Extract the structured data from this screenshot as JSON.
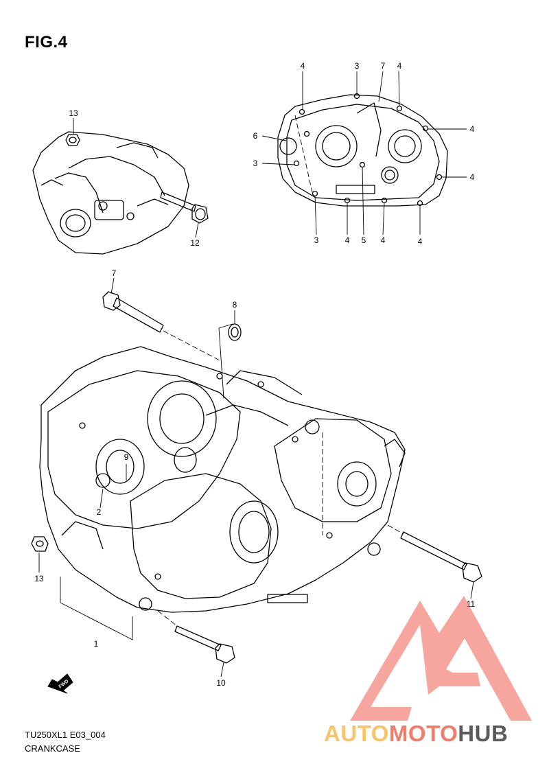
{
  "figure": {
    "title": "FIG.4"
  },
  "footer": {
    "code": "TU250XL1 E03_004",
    "name": "CRANKCASE"
  },
  "fwd_label": "FWD",
  "callouts": {
    "c13_top": "13",
    "c12": "12",
    "c4_a": "4",
    "c3_a": "3",
    "c7_a": "7",
    "c4_b": "4",
    "c4_c": "4",
    "c6": "6",
    "c3_b": "3",
    "c4_d": "4",
    "c3_c": "3",
    "c4_e": "4",
    "c5": "5",
    "c4_f": "4",
    "c4_g": "4",
    "c7_b": "7",
    "c8": "8",
    "c9": "9",
    "c2": "2",
    "c13_bot": "13",
    "c1": "1",
    "c10": "10",
    "c11": "11"
  },
  "watermark": {
    "part1": "AUTO",
    "part2": "MOTO",
    "part3": "HUB",
    "colors": {
      "auto": "#f7c46b",
      "moto": "#ef7d6b",
      "hub": "#5a5a5a",
      "logo": "#f26b5f"
    }
  }
}
